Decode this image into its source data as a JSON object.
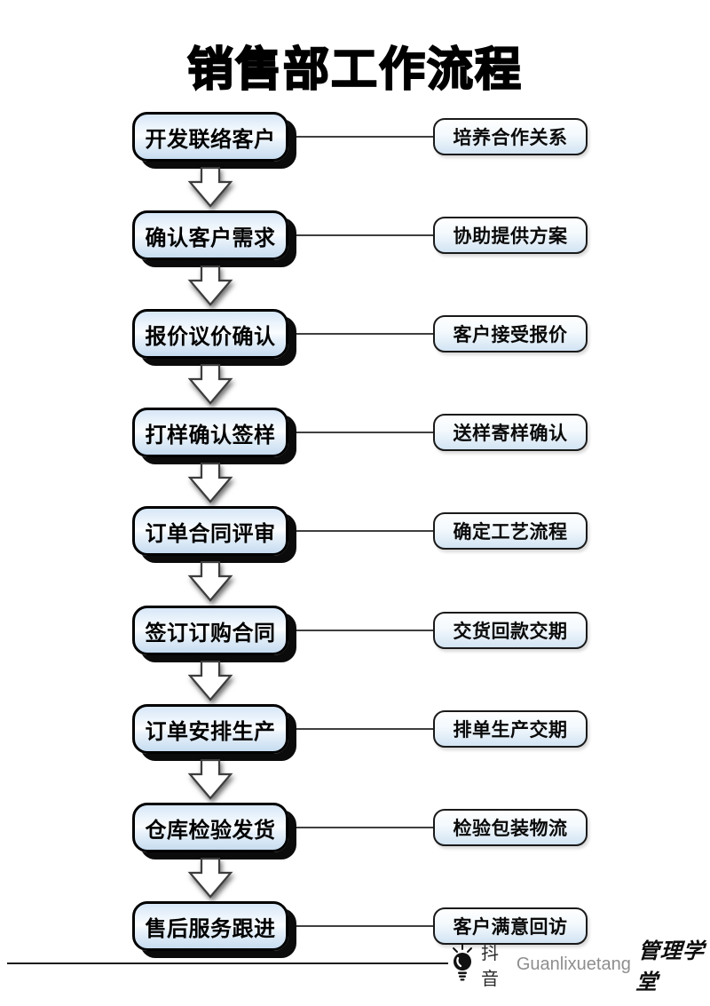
{
  "page": {
    "title": "销售部工作流程"
  },
  "steps": [
    {
      "main": "开发联络客户",
      "side": "培养合作关系"
    },
    {
      "main": "确认客户需求",
      "side": "协助提供方案"
    },
    {
      "main": "报价议价确认",
      "side": "客户接受报价"
    },
    {
      "main": "打样确认签样",
      "side": "送样寄样确认"
    },
    {
      "main": "订单合同评审",
      "side": "确定工艺流程"
    },
    {
      "main": "签订订购合同",
      "side": "交货回款交期"
    },
    {
      "main": "订单安排生产",
      "side": "排单生产交期"
    },
    {
      "main": "仓库检验发货",
      "side": "检验包装物流"
    },
    {
      "main": "售后服务跟进",
      "side": "客户满意回访"
    }
  ],
  "footer": {
    "platform": "抖音",
    "handle": "Guanlixuetang",
    "brand": "管理学堂",
    "icon": "lightbulb-icon"
  },
  "colors": {
    "background": "#ffffff",
    "main_box_border": "#000000",
    "main_box_shadow": "#0b0b0b",
    "main_box_fill_top": "#d7e7f7",
    "main_box_fill_bottom": "#c7dcf0",
    "side_box_fill_bottom": "#d2e4f3",
    "arrow_outline": "#3d3d3d",
    "connector_line": "#3f3f3f",
    "handle_text": "#8e8e8e",
    "title_text": "#000000"
  }
}
